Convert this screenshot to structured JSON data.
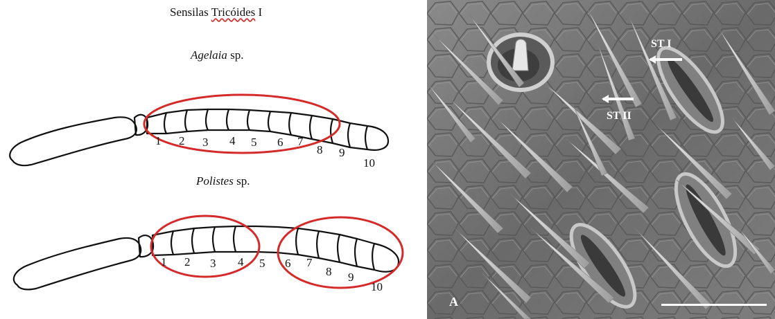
{
  "header": {
    "title_prefix": "Sensilas ",
    "title_underlined": "Tricóides",
    "title_suffix": " I"
  },
  "species": [
    {
      "genus": "Agelaia",
      "suffix": " sp.",
      "segments": [
        "1",
        "2",
        "3",
        "4",
        "5",
        "6",
        "7",
        "8",
        "9",
        "10"
      ]
    },
    {
      "genus": "Polistes",
      "suffix": " sp.",
      "segments": [
        "1",
        "2",
        "3",
        "4",
        "5",
        "6",
        "7",
        "8",
        "9",
        "10"
      ]
    }
  ],
  "micrograph": {
    "panel_label": "A",
    "labels": {
      "st1": "ST I",
      "st2": "ST II"
    }
  },
  "colors": {
    "highlight_ellipse": "#d42a2a",
    "outline": "#111111",
    "arrow": "#ffffff"
  }
}
